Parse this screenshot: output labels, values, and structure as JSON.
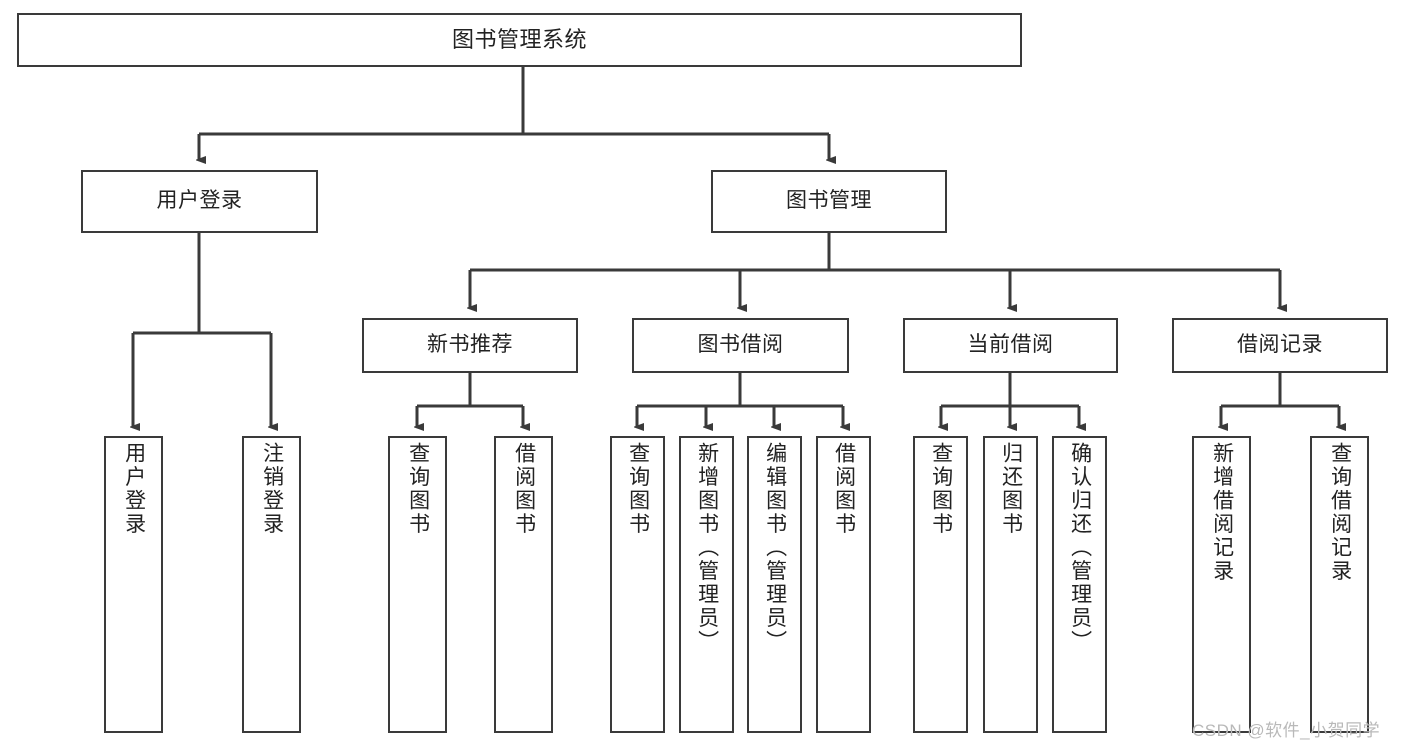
{
  "diagram": {
    "title": "图书管理系统",
    "type": "tree",
    "root": {
      "label": "图书管理系统"
    },
    "level1": [
      {
        "label": "用户登录"
      },
      {
        "label": "图书管理"
      }
    ],
    "level2": [
      {
        "label": "新书推荐"
      },
      {
        "label": "图书借阅"
      },
      {
        "label": "当前借阅"
      },
      {
        "label": "借阅记录"
      }
    ],
    "leaves": {
      "user_login": [
        {
          "label": "用户登录"
        },
        {
          "label": "注销登录"
        }
      ],
      "new_book_recommend": [
        {
          "label": "查询图书"
        },
        {
          "label": "借阅图书"
        }
      ],
      "book_borrow": [
        {
          "label": "查询图书"
        },
        {
          "label": "新增图书（管理员）"
        },
        {
          "label": "编辑图书（管理员）"
        },
        {
          "label": "借阅图书"
        }
      ],
      "current_borrow": [
        {
          "label": "查询图书"
        },
        {
          "label": "归还图书"
        },
        {
          "label": "确认归还（管理员）"
        }
      ],
      "borrow_record": [
        {
          "label": "新增借阅记录"
        },
        {
          "label": "查询借阅记录"
        }
      ]
    }
  },
  "watermark": {
    "text": "CSDN @软件_小贺同学"
  },
  "colors": {
    "stroke": "#3a3a3a",
    "background": "#ffffff",
    "text": "#222222",
    "watermark": "#b9b9b9"
  }
}
